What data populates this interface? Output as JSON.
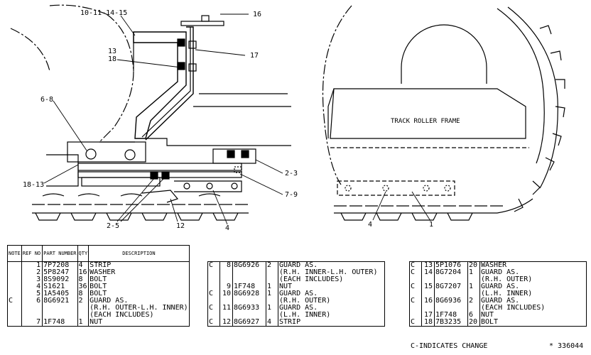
{
  "drawing": {
    "callouts": {
      "c1": "10-11-14-15",
      "c2": "16",
      "c3": "13",
      "c4": "18",
      "c5": "17",
      "c6": "6-8",
      "c7": "18-13",
      "c8": "2-3",
      "c9": "7-9",
      "c10": "2-5",
      "c11": "12",
      "c12": "4",
      "c13": "4",
      "c14": "1"
    },
    "frame_label": "TRACK ROLLER FRAME"
  },
  "table1": {
    "headers": {
      "note": "NOTE",
      "ref": "REF NO",
      "part": "PART NUMBER",
      "qty": "QTY",
      "desc": "DESCRIPTION"
    },
    "rows": [
      {
        "note": "",
        "ref": "1",
        "part": "7P7208",
        "qty": "4",
        "desc": "STRIP"
      },
      {
        "note": "",
        "ref": "2",
        "part": "5P8247",
        "qty": "16",
        "desc": "WASHER"
      },
      {
        "note": "",
        "ref": "3",
        "part": "8S9092",
        "qty": "8",
        "desc": "BOLT"
      },
      {
        "note": "",
        "ref": "4",
        "part": "S1621",
        "qty": "36",
        "desc": "BOLT"
      },
      {
        "note": "",
        "ref": "5",
        "part": "1A5405",
        "qty": "8",
        "desc": "BOLT"
      },
      {
        "note": "C",
        "ref": "6",
        "part": "8G6921",
        "qty": "2",
        "desc": "GUARD AS."
      },
      {
        "note": "",
        "ref": "",
        "part": "",
        "qty": "",
        "desc": "(R.H. OUTER-L.H. INNER)"
      },
      {
        "note": "",
        "ref": "",
        "part": "",
        "qty": "",
        "desc": "(EACH INCLUDES)"
      },
      {
        "note": "",
        "ref": "7",
        "part": "1F748",
        "qty": "1",
        "desc": "NUT"
      }
    ]
  },
  "table2": {
    "rows": [
      {
        "note": "C",
        "ref": "8",
        "part": "8G6926",
        "qty": "2",
        "desc": "GUARD AS."
      },
      {
        "note": "",
        "ref": "",
        "part": "",
        "qty": "",
        "desc": "(R.H. INNER-L.H. OUTER)"
      },
      {
        "note": "",
        "ref": "",
        "part": "",
        "qty": "",
        "desc": "(EACH INCLUDES)"
      },
      {
        "note": "",
        "ref": "9",
        "part": "1F748",
        "qty": "1",
        "desc": "NUT"
      },
      {
        "note": "C",
        "ref": "10",
        "part": "8G6928",
        "qty": "1",
        "desc": "GUARD AS."
      },
      {
        "note": "",
        "ref": "",
        "part": "",
        "qty": "",
        "desc": "(R.H. OUTER)"
      },
      {
        "note": "C",
        "ref": "11",
        "part": "8G6933",
        "qty": "1",
        "desc": "GUARD AS."
      },
      {
        "note": "",
        "ref": "",
        "part": "",
        "qty": "",
        "desc": "(L.H. INNER)"
      },
      {
        "note": "C",
        "ref": "12",
        "part": "8G6927",
        "qty": "4",
        "desc": "STRIP"
      }
    ]
  },
  "table3": {
    "rows": [
      {
        "note": "C",
        "ref": "13",
        "part": "5P1076",
        "qty": "20",
        "desc": "WASHER"
      },
      {
        "note": "C",
        "ref": "14",
        "part": "8G7204",
        "qty": "1",
        "desc": "GUARD AS."
      },
      {
        "note": "",
        "ref": "",
        "part": "",
        "qty": "",
        "desc": "(R.H. OUTER)"
      },
      {
        "note": "C",
        "ref": "15",
        "part": "8G7207",
        "qty": "1",
        "desc": "GUARD AS."
      },
      {
        "note": "",
        "ref": "",
        "part": "",
        "qty": "",
        "desc": "(L.H. INNER)"
      },
      {
        "note": "C",
        "ref": "16",
        "part": "8G6936",
        "qty": "2",
        "desc": "GUARD AS."
      },
      {
        "note": "",
        "ref": "",
        "part": "",
        "qty": "",
        "desc": "(EACH INCLUDES)"
      },
      {
        "note": "",
        "ref": "17",
        "part": "1F748",
        "qty": "6",
        "desc": "NUT"
      },
      {
        "note": "C",
        "ref": "18",
        "part": "7B3235",
        "qty": "20",
        "desc": "BOLT"
      }
    ]
  },
  "footer": {
    "change_note": "C-INDICATES CHANGE",
    "drawing_number": "* 336044"
  }
}
